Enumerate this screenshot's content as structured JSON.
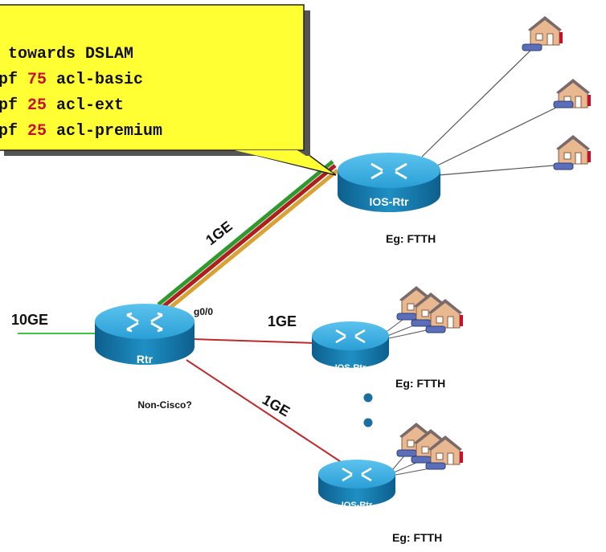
{
  "callout": {
    "lines": [
      {
        "pre": " towards DSLAM",
        "num": "",
        "post": ""
      },
      {
        "pre": "pf ",
        "num": "75",
        "post": " acl-basic"
      },
      {
        "pre": "pf ",
        "num": "25",
        "post": " acl-ext"
      },
      {
        "pre": "pf ",
        "num": "25",
        "post": " acl-premium"
      }
    ],
    "number_color": "#c8102e",
    "background": "#ffff33"
  },
  "routers": {
    "central": {
      "label": "Rtr",
      "caption": "Non-Cisco?"
    },
    "top": {
      "label": "IOS-Rtr",
      "caption": "Eg: FTTH"
    },
    "mid": {
      "label": "IOS-Rtr",
      "caption": "Eg: FTTH"
    },
    "bottom": {
      "label": "IOS-Rtr",
      "caption": "Eg: FTTH"
    }
  },
  "links": {
    "uplink": "10GE",
    "to_top": "1GE",
    "to_mid": "1GE",
    "to_bottom": "1GE",
    "interface": "g0/0"
  },
  "colors": {
    "router_fill": "#1f8fc4",
    "router_top": "#3aaee0",
    "uplink_line": "#3ec43e",
    "red_link": "#c0282a",
    "trunk_green": "#2e9a2e",
    "trunk_red": "#b01e1e",
    "trunk_orange": "#d9a234",
    "ellipsis_dot": "#1a6fa0"
  }
}
